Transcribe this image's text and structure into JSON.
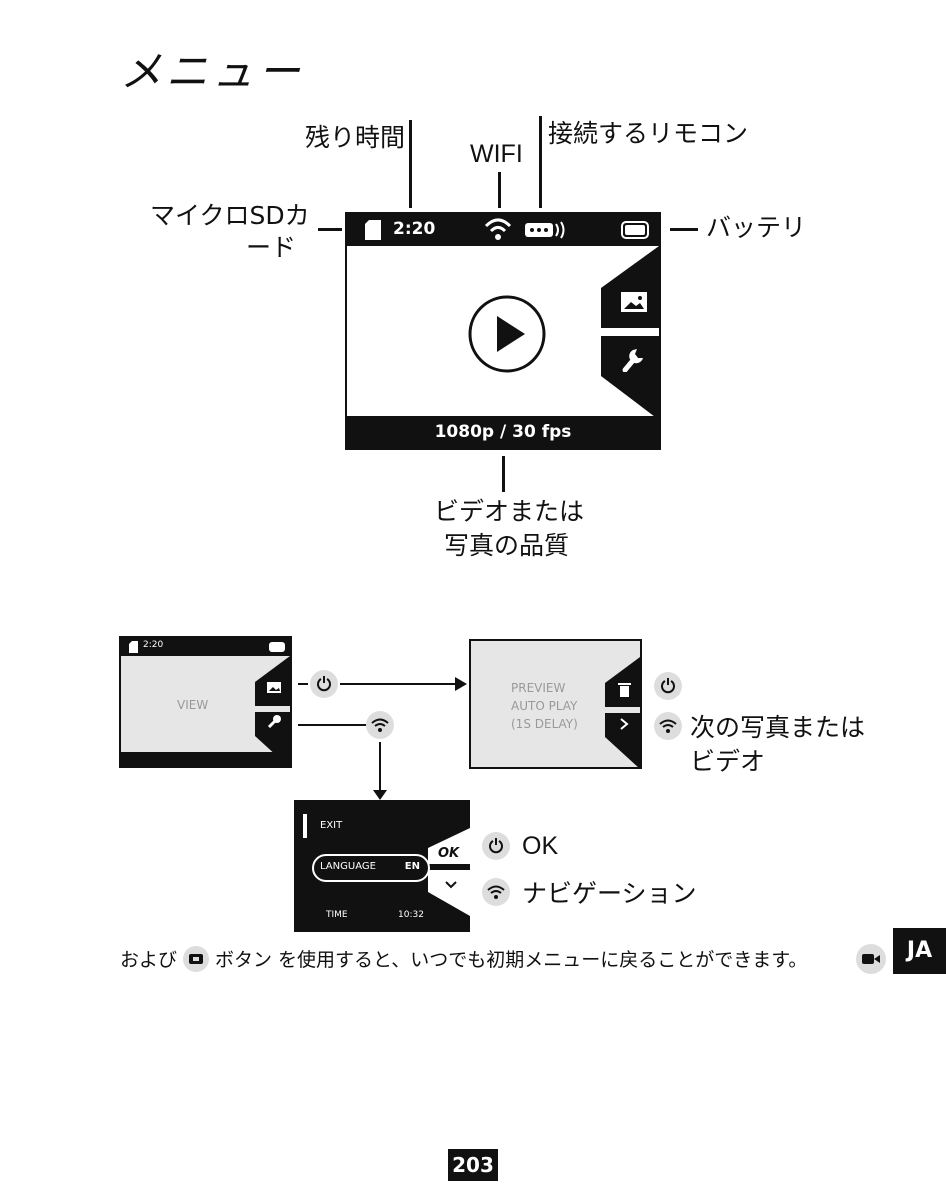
{
  "title": "メニュー",
  "labels": {
    "remaining_time": "残り時間",
    "connected_remote": "接続するリモコン",
    "wifi": "WIFI",
    "sd_card_line1": "マイクロSDカ",
    "sd_card_line2": "ード",
    "battery": "バッテリ",
    "quality_line1": "ビデオまたは",
    "quality_line2": "写真の品質"
  },
  "screen": {
    "time": "2:20",
    "resolution": "1080p / 30 fps"
  },
  "mini_screens": {
    "view_time": "2:20",
    "view_label": "VIEW",
    "preview_line1": "PREVIEW",
    "preview_line2": "AUTO PLAY",
    "preview_line3": "(1S DELAY)",
    "menu_exit": "EXIT",
    "menu_language": "LANGUAGE",
    "menu_language_value": "EN",
    "menu_time": "TIME",
    "menu_time_value": "10:32",
    "ok": "OK"
  },
  "legend": {
    "next_line1": "次の写真または",
    "next_line2": "ビデオ",
    "ok": "OK",
    "navigation": "ナビゲーション"
  },
  "footer_text_part1": "および",
  "footer_text_part2": "ボタン を使用すると、いつでも初期メニューに戻ることができます。",
  "language_badge": "JA",
  "page_number": "203",
  "icons": [
    "sd-card-icon",
    "wifi-icon",
    "remote-icon",
    "battery-icon",
    "play-icon",
    "image-icon",
    "wrench-icon",
    "power-icon",
    "trash-icon",
    "chevron-right-icon",
    "chevron-down-icon",
    "camera-icon"
  ]
}
